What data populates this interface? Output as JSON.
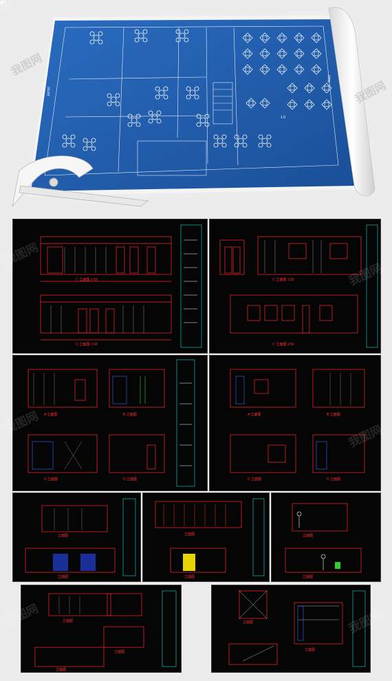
{
  "preview": {
    "top_image": {
      "subject": "blueprint-floor-plan",
      "dims": {
        "d1": "19700",
        "d2": "8600"
      },
      "room_mark": "1.0",
      "watermark": "我图网"
    },
    "sheets": [
      {
        "id": "row1-left",
        "captions": [
          "① 立面图 1:50",
          "② 立面图 1:50"
        ]
      },
      {
        "id": "row1-right",
        "captions": [
          "③ 立面图 1:50",
          "④ 立面图 1:50"
        ]
      },
      {
        "id": "row2-left",
        "captions": [
          "A 立面图",
          "B 立面图",
          "C 立面图",
          "D 立面图"
        ]
      },
      {
        "id": "row2-right",
        "captions": [
          "A 立面图",
          "B 立面图",
          "C 立面图",
          "D 立面图"
        ]
      },
      {
        "id": "row3-left",
        "captions": [
          "立面图",
          "立面图"
        ]
      },
      {
        "id": "row3-mid",
        "captions": [
          "立面图",
          "立面图"
        ]
      },
      {
        "id": "row3-right",
        "captions": [
          "立面图",
          "立面图"
        ]
      },
      {
        "id": "row4-left",
        "captions": [
          "立面图",
          "立面图",
          "立面图"
        ]
      },
      {
        "id": "row4-right",
        "captions": [
          "立面图",
          "立面图"
        ]
      }
    ],
    "colors": {
      "blueprint": "#1f5fb0",
      "line_red": "#ff2a2a",
      "line_cyan": "#18c0c0",
      "line_white": "#ffffff",
      "line_yellow": "#ffe000",
      "line_blue": "#3a6bff"
    }
  }
}
